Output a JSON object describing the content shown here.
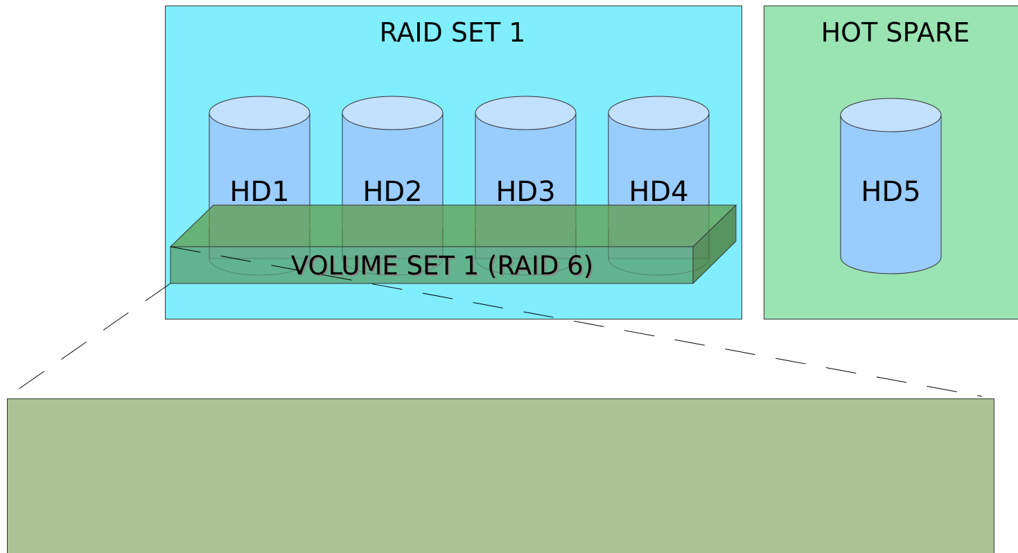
{
  "raid_set": {
    "title": "RAID SET 1",
    "disks": [
      "HD1",
      "HD2",
      "HD3",
      "HD4"
    ]
  },
  "hot_spare": {
    "title": "HOT SPARE",
    "disk": "HD5"
  },
  "volume_set": {
    "label": "VOLUME SET 1  (RAID 6)"
  },
  "colors": {
    "raid_set_bg": "#80eeff",
    "hot_spare_bg": "#9ae3b3",
    "disk_body": "#99ccff",
    "disk_top": "#c2e0ff",
    "volume_front": "#6dac7f",
    "volume_top": "#78a866",
    "volume_side": "#5c8f53",
    "detail_box": "#abc394"
  }
}
